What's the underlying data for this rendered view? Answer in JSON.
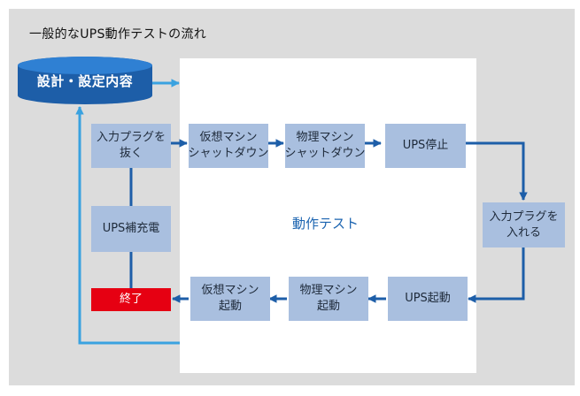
{
  "title": "一般的なUPS動作テストの流れ",
  "database": {
    "label": "設計・設定内容"
  },
  "center_label": "動作テスト",
  "steps": {
    "unplug": [
      "入力プラグを",
      "抜く"
    ],
    "vm_shutdown": [
      "仮想マシン",
      "シャットダウン"
    ],
    "pm_shutdown": [
      "物理マシン",
      "シャットダウン"
    ],
    "ups_stop": "UPS停止",
    "plug_in": [
      "入力プラグを",
      "入れる"
    ],
    "ups_start": "UPS起動",
    "pm_start": [
      "物理マシン",
      "起動"
    ],
    "vm_start": [
      "仮想マシン",
      "起動"
    ],
    "end": "終了",
    "ups_recharge": "UPS補充電"
  },
  "colors": {
    "box": "#a9bfdf",
    "arrow_dark": "#1d5ea8",
    "arrow_light": "#3aa2e0",
    "end": "#e60012",
    "panel": "#dcdcdc"
  }
}
